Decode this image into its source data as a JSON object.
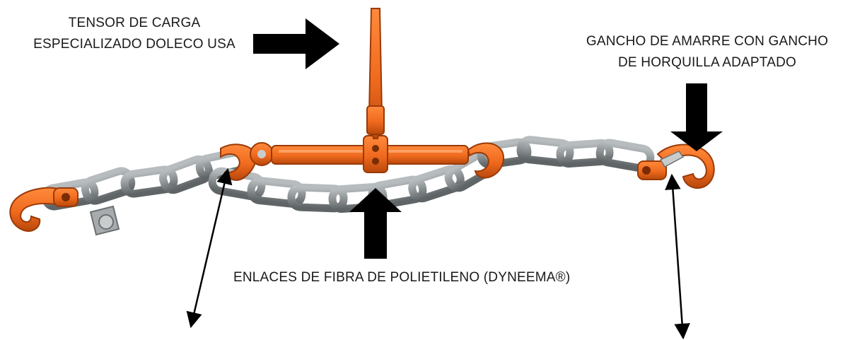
{
  "labels": {
    "tensor_line1": "TENSOR DE CARGA",
    "tensor_line2": "ESPECIALIZADO DOLECO USA",
    "gancho_line1": "GANCHO DE AMARRE CON GANCHO",
    "gancho_line2": "DE HORQUILLA ADAPTADO",
    "enlaces": "ENLACES DE FIBRA DE POLIETILENO (DYNEEMA®)"
  },
  "colors": {
    "hardware_orange": "#f06a1e",
    "sling_gray": "#8d9294",
    "arrow_black": "#000000",
    "text": "#1a1a1a"
  },
  "icons": {
    "hook": "hook-icon",
    "binder": "load-binder-icon"
  }
}
